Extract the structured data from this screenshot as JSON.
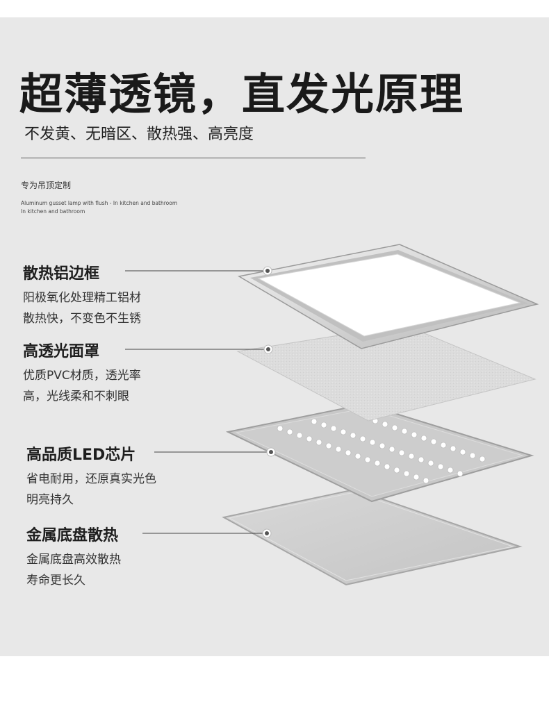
{
  "header": {
    "title": "超薄透镜，直发光原理",
    "subtitle": "不发黄、无暗区、散热强、高亮度",
    "tag": "专为吊顶定制",
    "tag_en_line1": "Aluminum gusset lamp with flush - In kitchen and bathroom",
    "tag_en_line2": "In kitchen and bathroom"
  },
  "layers": [
    {
      "name": "散热铝边框",
      "line1": "阳极氧化处理精工铝材",
      "line2": "散热快，不变色不生锈"
    },
    {
      "name": "高透光面罩",
      "line1": "优质PVC材质，透光率",
      "line2": "高，光线柔和不刺眼"
    },
    {
      "name": "高品质LED芯片",
      "line1": "省电耐用，还原真实光色",
      "line2": "明亮持久"
    },
    {
      "name": "金属底盘散热",
      "line1": "金属底盘高效散热",
      "line2": "寿命更长久"
    }
  ],
  "colors": {
    "background": "#e8e8e8",
    "text": "#1a1a1a",
    "frame": "#c9c9c9",
    "led": "#ffffff"
  }
}
